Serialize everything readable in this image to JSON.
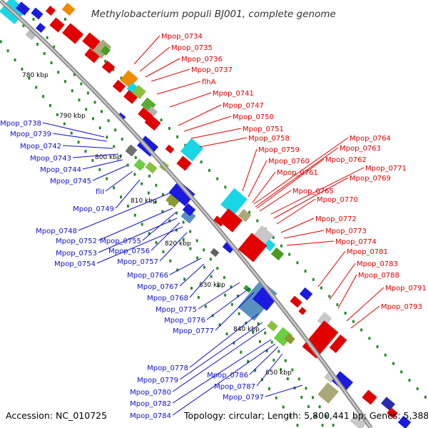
{
  "title": "Methylobacterium populi BJ001, complete genome",
  "accession": "Accession: NC_010725",
  "topology": "Topology: circular; Length: 5,800,441 bp; Genes: 5,388",
  "ticks": [
    "780 kbp",
    "790 kbp",
    "800 kbp",
    "810 kbp",
    "820 kbp",
    "830 kbp",
    "840 kbp",
    "850 kbp"
  ],
  "forward_genes": [
    "Mpop_0734",
    "Mpop_0735",
    "Mpop_0736",
    "Mpop_0737",
    "flhA",
    "Mpop_0741",
    "Mpop_0747",
    "Mpop_0750",
    "Mpop_0751",
    "Mpop_0758",
    "Mpop_0759",
    "Mpop_0760",
    "Mpop_0761",
    "Mpop_0764",
    "Mpop_0763",
    "Mpop_0762",
    "Mpop_0771",
    "Mpop_0769",
    "Mpop_0765",
    "Mpop_0770",
    "Mpop_0772",
    "Mpop_0773",
    "Mpop_0774",
    "Mpop_0781",
    "Mpop_0783",
    "Mpop_0788",
    "Mpop_0791",
    "Mpop_0793"
  ],
  "reverse_genes": [
    "Mpop_0738",
    "Mpop_0739",
    "Mpop_0742",
    "Mpop_0743",
    "Mpop_0744",
    "Mpop_0745",
    "fliI",
    "Mpop_0749",
    "Mpop_0748",
    "Mpop_0752",
    "Mpop_0755",
    "Mpop_0753",
    "Mpop_0756",
    "Mpop_0754",
    "Mpop_0757",
    "Mpop_0766",
    "Mpop_0767",
    "Mpop_0768",
    "Mpop_0775",
    "Mpop_0776",
    "Mpop_0777",
    "Mpop_0778",
    "Mpop_0779",
    "Mpop_0780",
    "Mpop_0786",
    "Mpop_0782",
    "Mpop_0787",
    "Mpop_0784",
    "Mpop_0797"
  ],
  "colors": {
    "forward": "#e00000",
    "reverse": "#1010c8",
    "backbone": "#888888",
    "tick_dots": "#2a8a2a"
  }
}
